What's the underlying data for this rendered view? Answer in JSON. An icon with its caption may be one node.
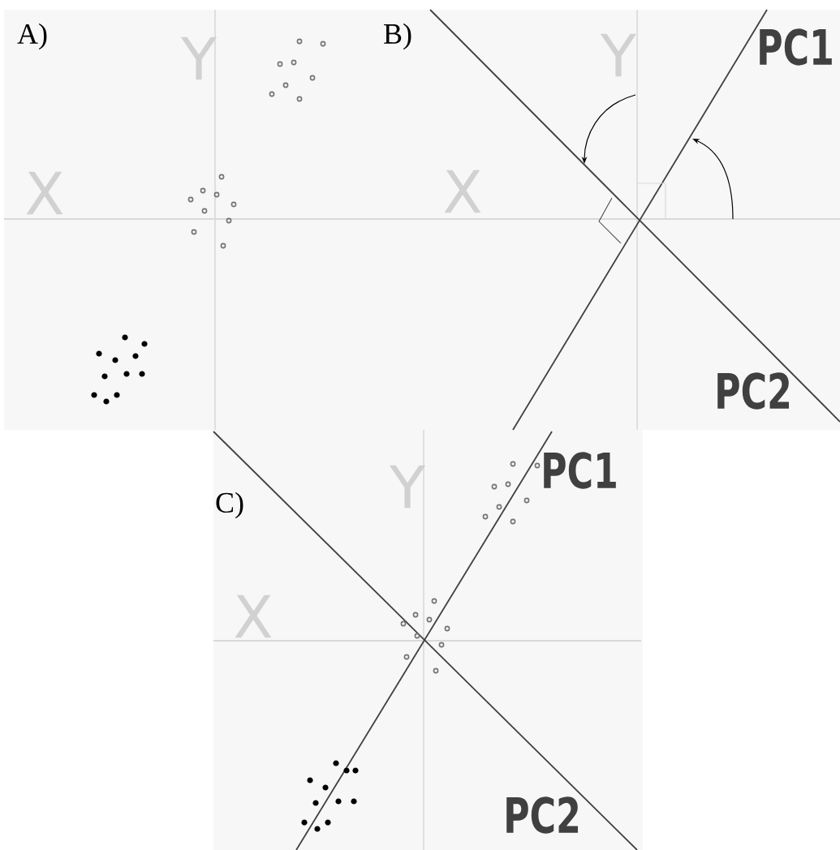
{
  "diagram": {
    "labels": [
      "A)",
      "Y",
      "X",
      "B)",
      "Y",
      "PC1",
      "X",
      "PC2",
      "Y",
      "PC1",
      "C)",
      "X",
      "PC2"
    ]
  }
}
